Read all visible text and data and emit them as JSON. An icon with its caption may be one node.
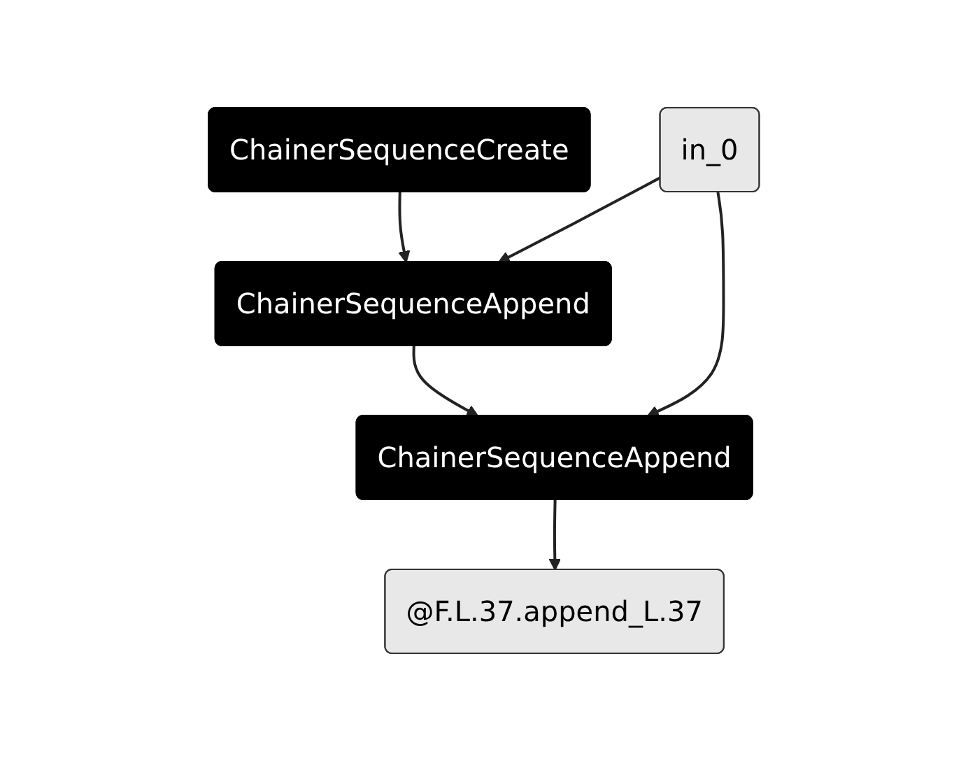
{
  "diagram": {
    "nodes": [
      {
        "text": [
          "ChainerSequenceCreate"
        ]
      },
      {
        "text": [
          "in_0"
        ]
      },
      {
        "text": [
          "ChainerSequenceAppend"
        ]
      },
      {
        "text": [
          "ChainerSequenceAppend"
        ]
      },
      {
        "text": [
          "@F.L.37.append_L.37"
        ]
      }
    ],
    "edges": [
      {
        "from": 0,
        "to": 2,
        "arrow": "to"
      },
      {
        "from": 1,
        "to": 2,
        "arrow": "to"
      },
      {
        "from": 2,
        "to": 3,
        "arrow": "to"
      },
      {
        "from": 1,
        "to": 3,
        "arrow": "to"
      },
      {
        "from": 3,
        "to": 4,
        "arrow": "to"
      }
    ]
  }
}
